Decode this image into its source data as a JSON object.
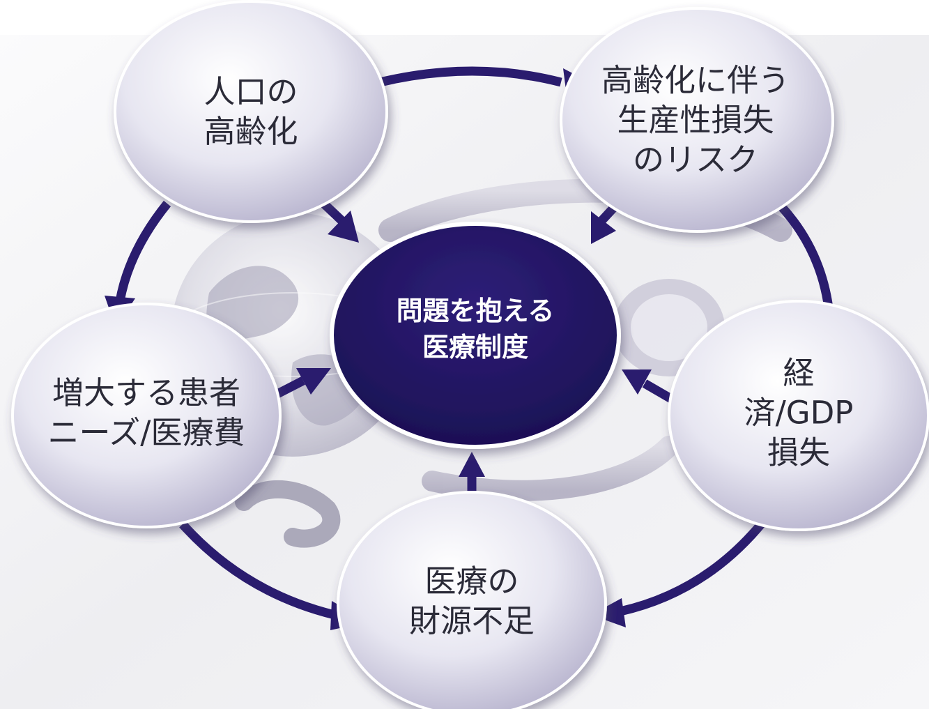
{
  "colors": {
    "arrow": "#2a1c6e",
    "center_fill": "#231563",
    "node_fill_light": "#f4f3fa",
    "node_fill_dark": "#b6b2cd",
    "node_text": "#2b2b38",
    "center_text": "#ffffff"
  },
  "center": {
    "label": "問題を抱える\n医療制度"
  },
  "nodes": {
    "aging": {
      "label": "人口の\n高齢化"
    },
    "productivity": {
      "label": "高齢化に伴う\n生産性損失\nのリスク"
    },
    "economy": {
      "label": "経済/GDP\n損失"
    },
    "funding": {
      "label": "医療の\n財源不足"
    },
    "needs": {
      "label": "増大する患者\nニーズ/医療費"
    }
  },
  "background": {
    "image": "globe-and-stethoscope-photo"
  }
}
